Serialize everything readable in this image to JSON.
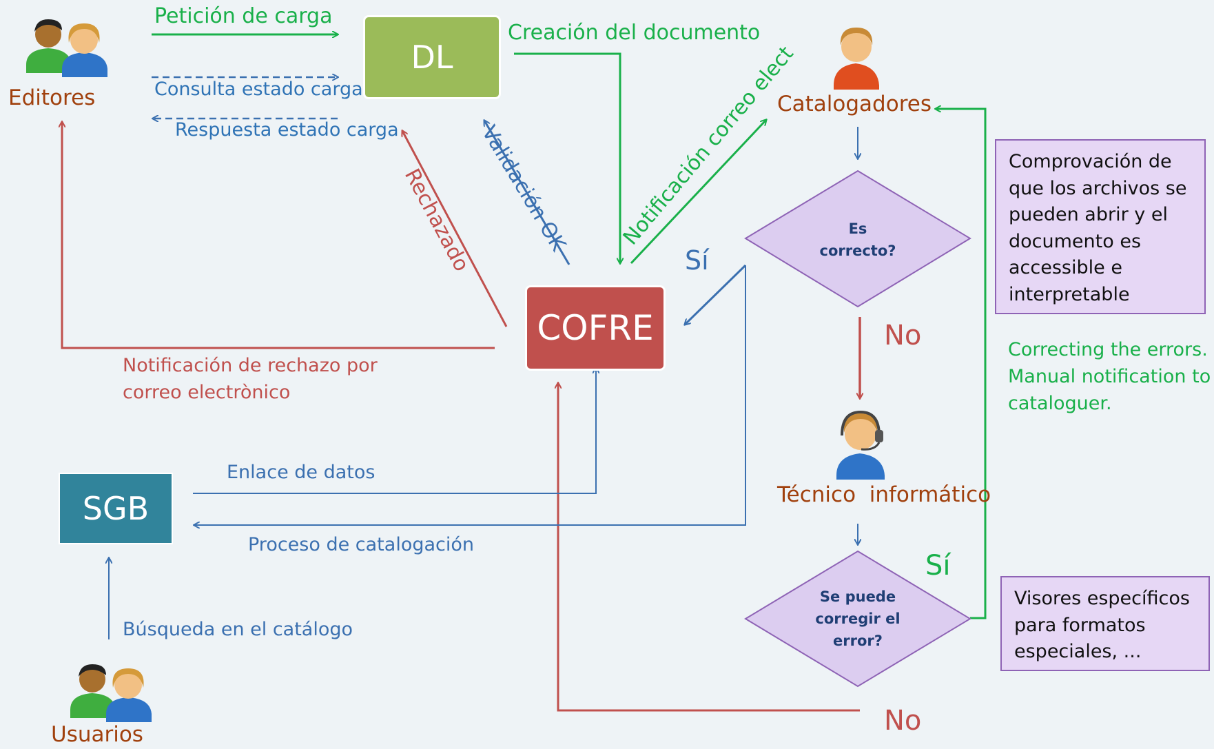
{
  "colors": {
    "green_flow": "#19b04a",
    "blue_flow": "#3b70b0",
    "red_flow": "#c0504d",
    "dl_box": "#9bbb59",
    "cofre_box": "#c0504d",
    "sgb_box": "#31849b",
    "note_fill": "#e6d7f5",
    "actor_label": "#a0400d"
  },
  "actors": {
    "editors": {
      "label": "Editores",
      "icon": "user-group-icon"
    },
    "cataloguers": {
      "label": "Catalogadores",
      "icon": "user-icon"
    },
    "technician": {
      "label": "Técnico  informático",
      "icon": "headset-user-icon"
    },
    "users": {
      "label": "Usuarios",
      "icon": "user-group-icon"
    }
  },
  "boxes": {
    "dl": "DL",
    "cofre": "COFRE",
    "sgb": "SGB"
  },
  "decisions": {
    "correct": {
      "line1": "Es",
      "line2": "correcto?"
    },
    "fixable": {
      "line1": "Se puede",
      "line2": "corregir el",
      "line3": "error?"
    }
  },
  "flows": {
    "load_request": "Petición de carga",
    "status_query": "Consulta estado carga",
    "status_reply": "Respuesta estado carga",
    "doc_creation": "Creación del documento",
    "validation_ok": "Validación OK",
    "rejected": "Rechazado",
    "email_notification": "Notificación correo elect",
    "rejection_notice_1": "Notificación de rechazo por",
    "rejection_notice_2": "correo electrònico",
    "data_link": "Enlace de datos",
    "cataloguing_process": "Proceso de catalogación",
    "catalogue_search": "Búsqueda en el catálogo",
    "yes_correct": "Sí",
    "no_correct": "No",
    "yes_fixable": "Sí",
    "no_fixable": "No"
  },
  "notes": {
    "check": [
      "Comprovación de",
      "que los archivos se",
      "pueden abrir y el",
      "documento es",
      "accessible e",
      "interpretable"
    ],
    "correcting": [
      "Correcting the errors.",
      "Manual notification to",
      "cataloguer."
    ],
    "viewers": [
      "Visores específicos",
      "para formatos",
      "especiales, ..."
    ]
  }
}
